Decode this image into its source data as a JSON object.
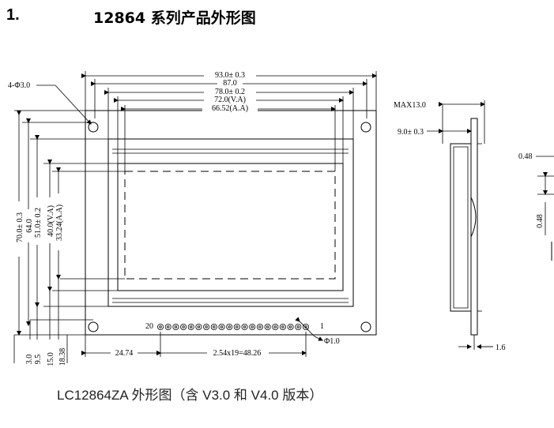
{
  "heading": {
    "number": "1.",
    "title": "12864 系列产品外形图"
  },
  "caption": "LC12864ZA 外形图（含 V3.0 和 V4.0 版本）",
  "dimensions": {
    "hole": "4-Φ3.0",
    "w_total": "93.0± 0.3",
    "w_87": "87.0",
    "w_78": "78.0± 0.2",
    "w_va": "72.0(V.A)",
    "w_aa": "66.52(A.A)",
    "h_total": "70.0± 0.3",
    "h_64": "64.0",
    "h_51": "51.0± 0.2",
    "h_va": "40.0(V.A)",
    "h_aa": "33.24(A.A)",
    "b_3": "3.0",
    "b_95": "9.5",
    "b_15": "15.0",
    "b_1838": "18.38",
    "pin_offset": "24.74",
    "pin_pitch": "2.54x19=48.26",
    "pin_dia": "Φ1.0",
    "pin_20": "20",
    "pin_1": "1",
    "side_max": "MAX13.0",
    "side_9": "9.0± 0.3",
    "side_16": "1.6",
    "detail_048a": "0.48",
    "detail_048b": "0.48"
  }
}
